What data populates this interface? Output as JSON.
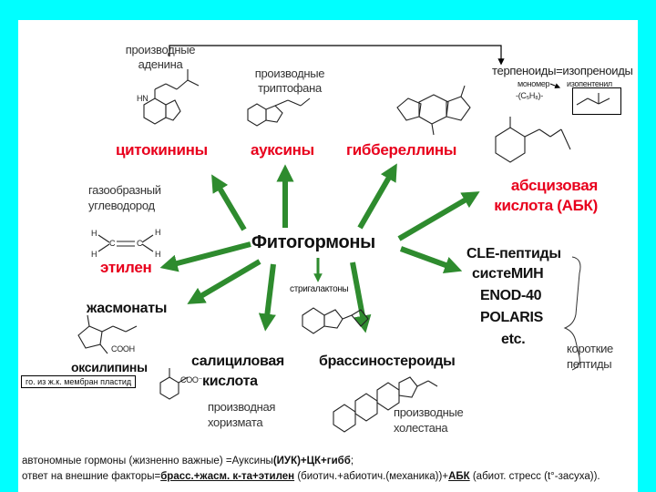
{
  "center": {
    "title": "Фитогормоны"
  },
  "cytokinin": {
    "source": [
      "производные",
      "аденина"
    ],
    "name": "цитокинины"
  },
  "auxin": {
    "source": [
      "производные",
      "триптофана"
    ],
    "name": "ауксины"
  },
  "gibberellin": {
    "name": "гиббереллины"
  },
  "terpenoids": {
    "title": "терпеноиды=изопреноиды",
    "monomer": "мономер",
    "isopentenyl": "изопентенил",
    "formula": "-(C₅H₈)-"
  },
  "aba": {
    "name": [
      "абсцизовая",
      "кислота (АБК)"
    ]
  },
  "ethylene": {
    "desc": [
      "газообразный",
      "углеводород"
    ],
    "name": "этилен"
  },
  "jasmonate": {
    "name": "жасмонаты",
    "sub": "оксилипины",
    "box": "го. из ж.к. мембран пластид"
  },
  "strigolactone": {
    "name": "стригалактоны"
  },
  "peptides": {
    "items": [
      "CLE-пептиды",
      "систеМИН",
      "ENOD-40",
      "POLARIS",
      "etc."
    ],
    "note": [
      "короткие",
      "пептиды"
    ]
  },
  "salicylic": {
    "name": [
      "салициловая",
      "кислота"
    ],
    "source": [
      "производная",
      "хоризмата"
    ]
  },
  "brassino": {
    "name": "брассиностероиды",
    "source": [
      "производные",
      "холестана"
    ]
  },
  "footer": {
    "line1_pre": "автономные гормоны (жизненно важные) =Ауксины",
    "line1_bold": "(ИУК)+ЦК+гибб",
    "line1_post": ";",
    "line2_pre": "ответ на внешние факторы=",
    "line2_bold": "брасс.+жасм. к-та+этилен",
    "line2_mid": " (биотич.+абиотич.(механика))+",
    "line2_aba": "АБК",
    "line2_post": " (абиот. стресс (t°-засуха))."
  },
  "colors": {
    "arrow": "#2e8b2e",
    "hormone": "#e8001c",
    "background": "#00ffff"
  }
}
